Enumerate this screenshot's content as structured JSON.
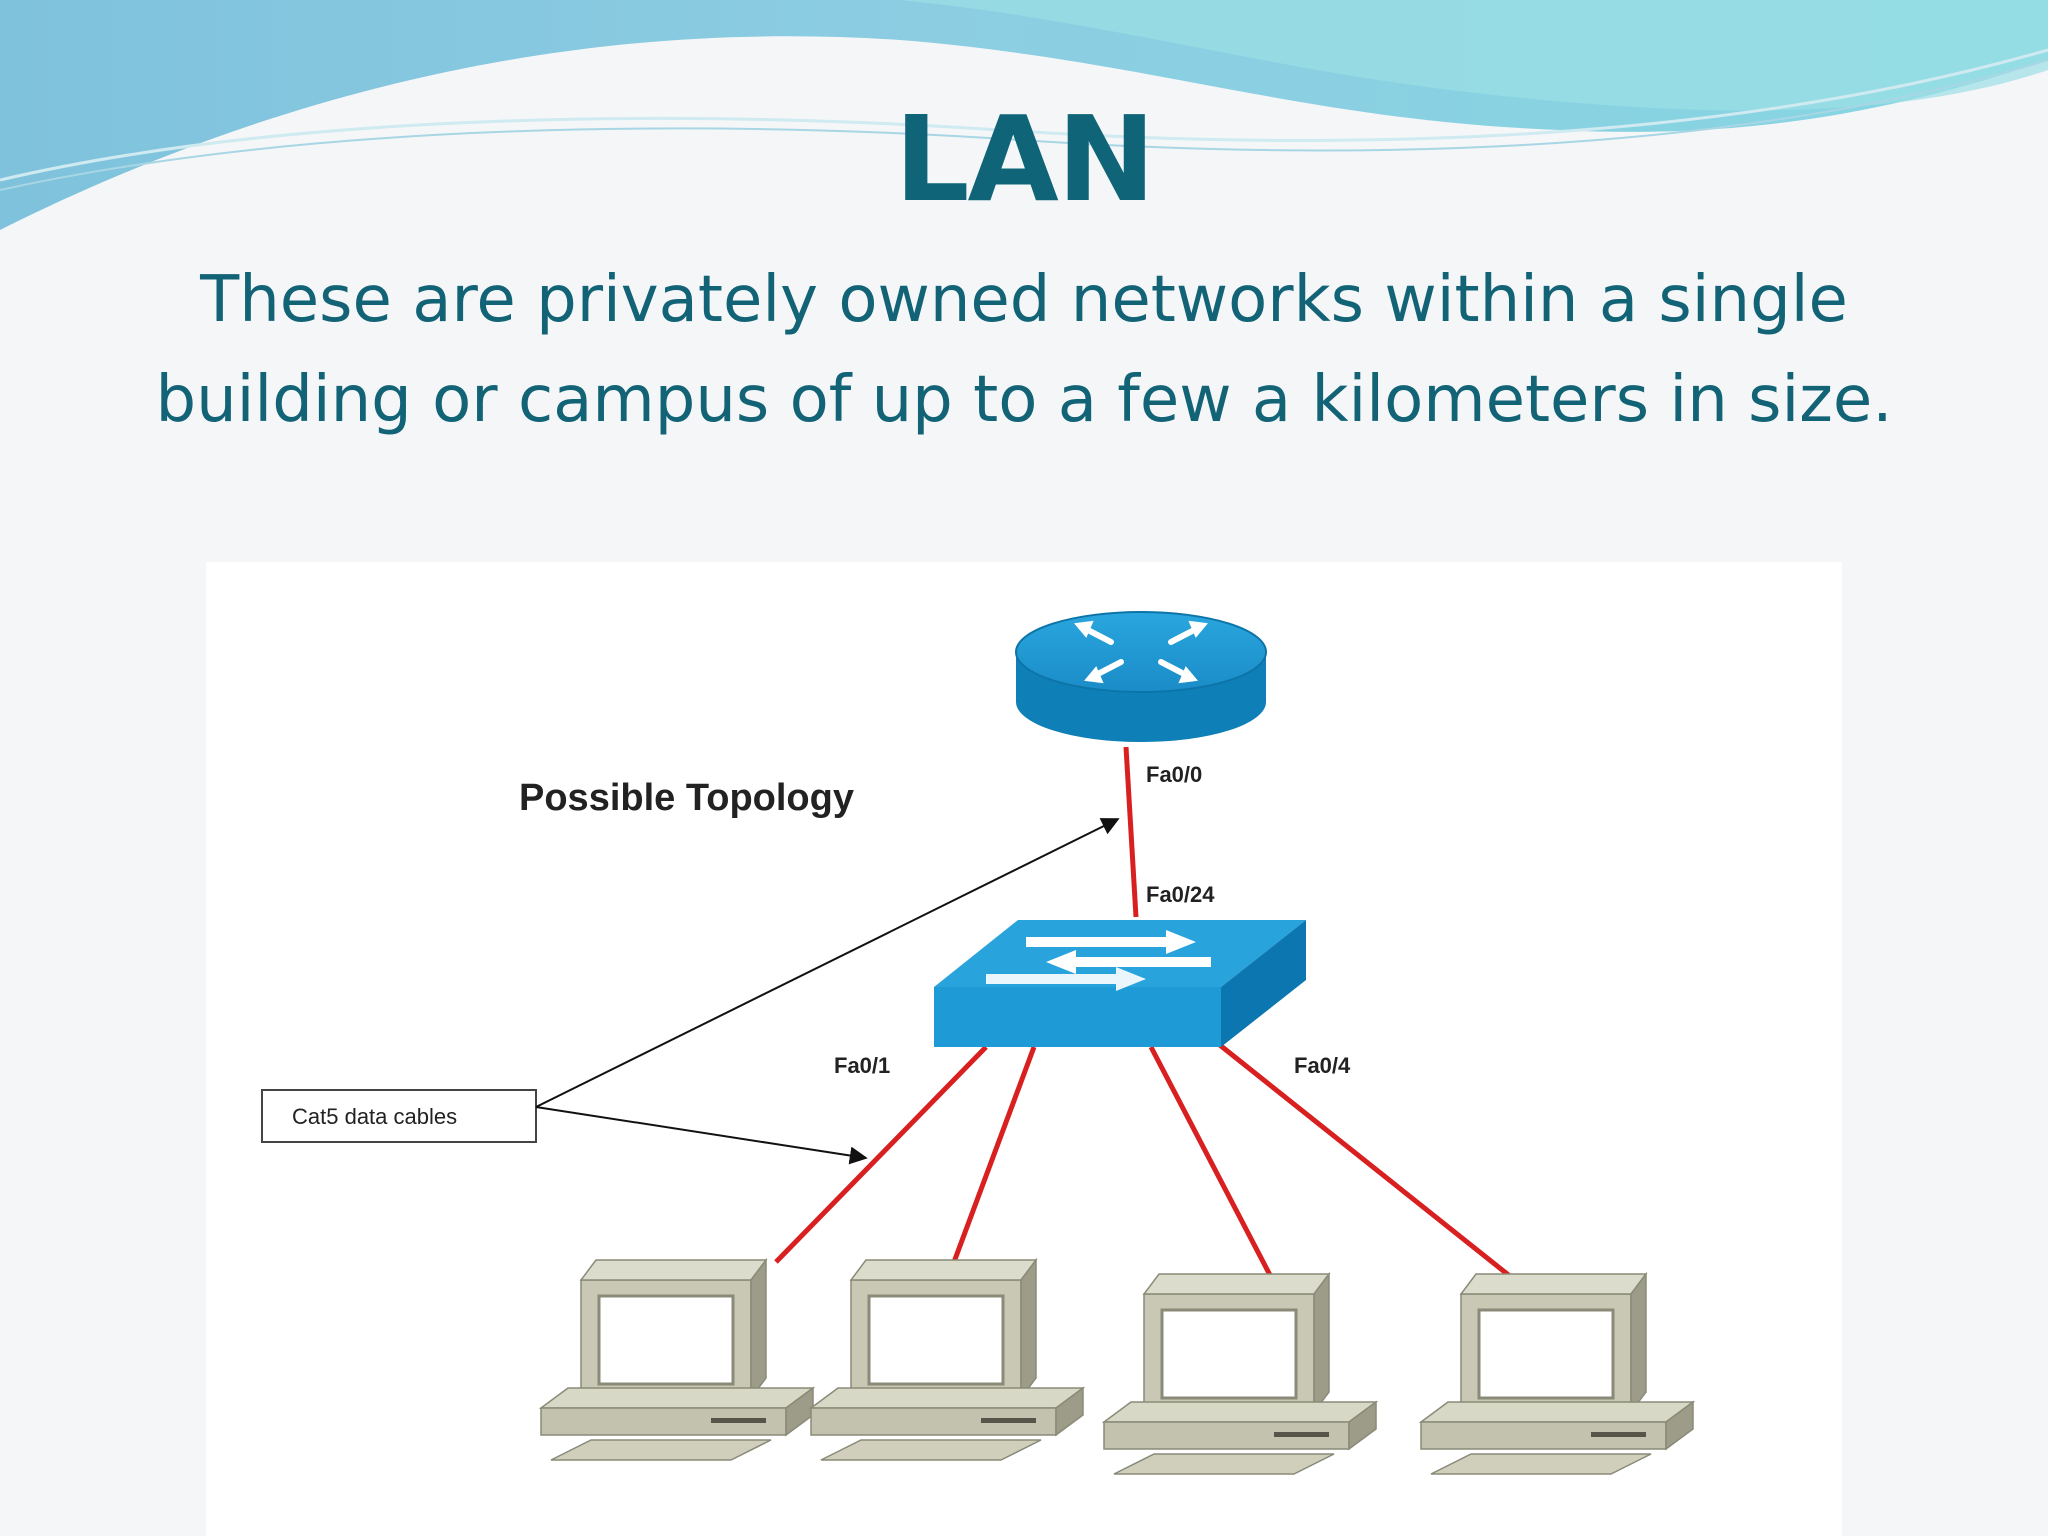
{
  "slide": {
    "title": "LAN",
    "subtitle_line1": "These are privately owned networks within a single",
    "subtitle_line2": "building or campus of up to a few a kilometers in size."
  },
  "diagram": {
    "heading": "Possible Topology",
    "cable_label": "Cat5 data cables",
    "ports": {
      "router": "Fa0/0",
      "switch_uplink": "Fa0/24",
      "switch_first": "Fa0/1",
      "switch_last": "Fa0/4"
    },
    "device_count": 4,
    "colors": {
      "cable": "#d82020",
      "device_blue": "#1e9ad6",
      "computer": "#c6c6b2",
      "text": "#136377"
    }
  }
}
